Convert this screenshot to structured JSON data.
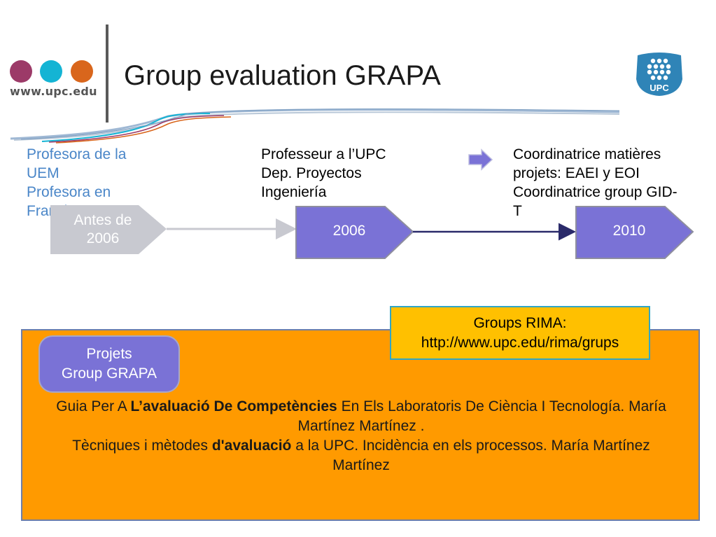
{
  "header": {
    "logo_url_text": "www.upc.edu",
    "title": "Group evaluation GRAPA",
    "badge_text": "UPC"
  },
  "colors": {
    "dot1": "#9c3a68",
    "dot2": "#14b4d4",
    "dot3": "#d9661c",
    "chevron_gray": "#c8c9d0",
    "chevron_purple": "#7a72d6",
    "orange_box": "#ff9a00",
    "rima_box": "#ffc000",
    "blue_text": "#4a86c8"
  },
  "timeline": {
    "left_lines": [
      "Profesora de la",
      "UEM",
      "Profesora en",
      "Francia"
    ],
    "mid_lines": [
      "Professeur a l’UPC",
      "Dep. Proyectos",
      "Ingeniería"
    ],
    "right_lines": [
      "Coordinatrice matières",
      "projets: EAEI y EOI",
      "Coordinatrice group GID-",
      "T"
    ],
    "step1_lines": [
      "Antes de",
      "2006"
    ],
    "step2": "2006",
    "step3": "2010"
  },
  "projets_lines": [
    "Projets",
    "Group GRAPA"
  ],
  "rima_lines": [
    "Groups RIMA:",
    "http://www.upc.edu/rima/grups"
  ],
  "refs": {
    "r1_a": "Guia Per A ",
    "r1_b": "L’avaluació De Competències",
    "r1_c": " En Els Laboratoris De Ciència I Tecnología. María Martínez Martínez .",
    "r2_a": "Tècniques i mètodes ",
    "r2_b": "d'avaluació",
    "r2_c": " a la UPC. Incidència en els processos. María Martínez Martínez"
  }
}
